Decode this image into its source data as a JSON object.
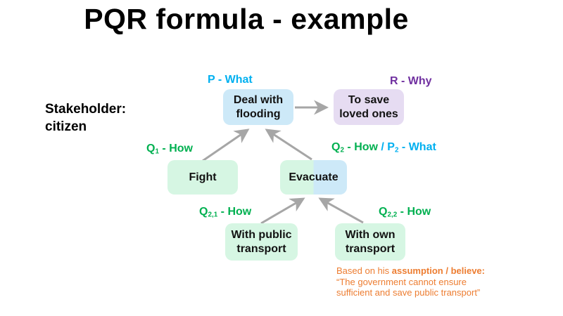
{
  "title": "PQR formula - example",
  "stakeholder": {
    "line1": "Stakeholder:",
    "line2": "citizen"
  },
  "labels": {
    "p": {
      "text": "P - What",
      "color": "#00b0f0"
    },
    "r": {
      "text": "R - Why",
      "color": "#7030a0"
    },
    "q1": {
      "base": "Q",
      "sub": "1",
      "rest": " - How",
      "color": "#00b050"
    },
    "q2": {
      "green": {
        "base": "Q",
        "sub": "2",
        "rest": " - How ",
        "color": "#00b050"
      },
      "cyan": {
        "base": "/ P",
        "sub": "2",
        "rest": " - What",
        "color": "#00b0f0"
      }
    },
    "q21": {
      "base": "Q",
      "sub": "2,1",
      "rest": " - How",
      "color": "#00b050"
    },
    "q22": {
      "base": "Q",
      "sub": "2,2",
      "rest": " - How",
      "color": "#00b050"
    }
  },
  "nodes": {
    "deal": {
      "line1": "Deal with",
      "line2": "flooding",
      "fill": "#cde9f8"
    },
    "save": {
      "line1": "To save",
      "line2": "loved ones",
      "fill": "#e6dcf2"
    },
    "fight": {
      "line1": "Fight",
      "fill": "#d6f6e3"
    },
    "evacuate": {
      "line1": "Evacuate",
      "fill_left": "#d6f6e3",
      "fill_right": "#cde9f8"
    },
    "public": {
      "line1": "With public",
      "line2": "transport",
      "fill": "#d6f6e3"
    },
    "own": {
      "line1": "With own",
      "line2": "transport",
      "fill": "#d6f6e3"
    }
  },
  "note": {
    "line1_normal": "Based on his ",
    "line1_bold": "assumption / believe:",
    "line2": "“The government cannot ensure",
    "line3": "sufficient and save public transport”"
  },
  "colors": {
    "arrow_gray": "#a6a6a6",
    "label_green": "#00b050",
    "label_cyan": "#00b0f0",
    "label_purple": "#7030a0",
    "note_orange": "#ed7d31",
    "box_blue": "#cde9f8",
    "box_green": "#d6f6e3",
    "box_purple": "#e6dcf2"
  }
}
